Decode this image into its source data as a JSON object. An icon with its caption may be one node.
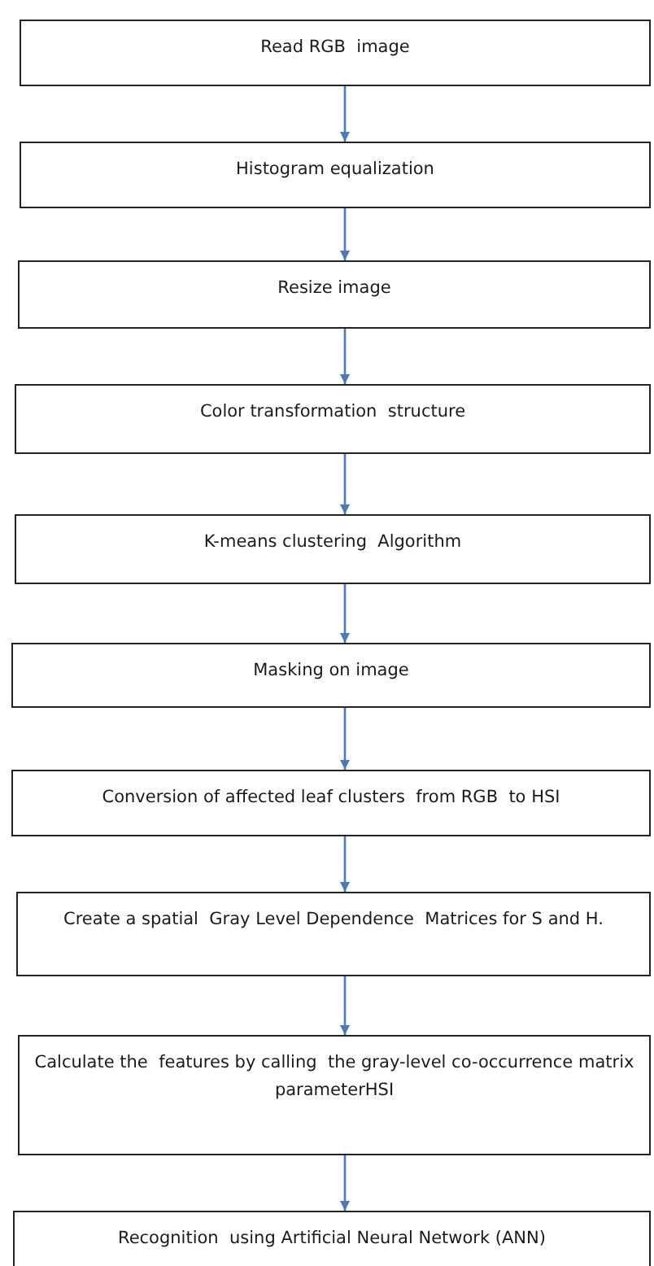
{
  "diagram": {
    "nodes": [
      {
        "text": [
          "Read RGB  image"
        ]
      },
      {
        "text": [
          "Histogram equalization"
        ]
      },
      {
        "text": [
          "Resize image"
        ]
      },
      {
        "text": [
          "Color transformation  structure"
        ]
      },
      {
        "text": [
          "K-means clustering  Algorithm"
        ]
      },
      {
        "text": [
          "Masking on image"
        ]
      },
      {
        "text": [
          "Conversion of affected leaf clusters  from RGB  to HSI"
        ]
      },
      {
        "text": [
          "Create a spatial  Gray Level Dependence  Matrices for S and H."
        ]
      },
      {
        "text": [
          "Calculate the  features by calling  the gray-level co-occurrence matrix parameterHSI"
        ]
      },
      {
        "text": [
          "Recognition  using Artificial Neural Network (ANN)"
        ]
      }
    ],
    "edges": [
      {
        "from": 0,
        "to": 1,
        "arrow": "to"
      },
      {
        "from": 1,
        "to": 2,
        "arrow": "to"
      },
      {
        "from": 2,
        "to": 3,
        "arrow": "to"
      },
      {
        "from": 3,
        "to": 4,
        "arrow": "to"
      },
      {
        "from": 4,
        "to": 5,
        "arrow": "to"
      },
      {
        "from": 5,
        "to": 6,
        "arrow": "to"
      },
      {
        "from": 6,
        "to": 7,
        "arrow": "to"
      },
      {
        "from": 7,
        "to": 8,
        "arrow": "to"
      },
      {
        "from": 8,
        "to": 9,
        "arrow": "to"
      }
    ]
  }
}
